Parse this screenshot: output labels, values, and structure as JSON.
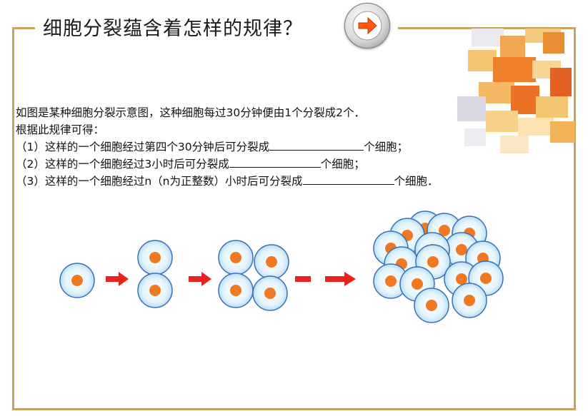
{
  "title": "细胞分裂蕴含着怎样的规律？",
  "icons": {
    "next_button": "arrow-right-icon",
    "decoration": "stacked-blocks-graphic",
    "cell": "cell-icon",
    "arrow": "red-arrow-icon"
  },
  "colors": {
    "frame": "#c8a45a",
    "arrow": "#e8231f",
    "cell_nucleus": "#f07820",
    "cell_fill": "#dff1fb",
    "cell_border": "#3b6fb5"
  },
  "problem": {
    "intro": "如图是某种细胞分裂示意图，这种细胞每过30分钟便由1个分裂成2个．",
    "lead": "根据此规律可得：",
    "q1_prefix": "（1）这样的一个细胞经过第四个30分钟后可分裂成",
    "q1_suffix": "个细胞；",
    "q2_prefix": "（2）这样的一个细胞经过3小时后可分裂成",
    "q2_suffix": "个细胞；",
    "q3_prefix": "（3）这样的一个细胞经过n（n为正整数）小时后可分裂成",
    "q3_suffix": "个细胞．"
  },
  "diagram": {
    "stages": [
      1,
      2,
      4,
      16
    ]
  }
}
